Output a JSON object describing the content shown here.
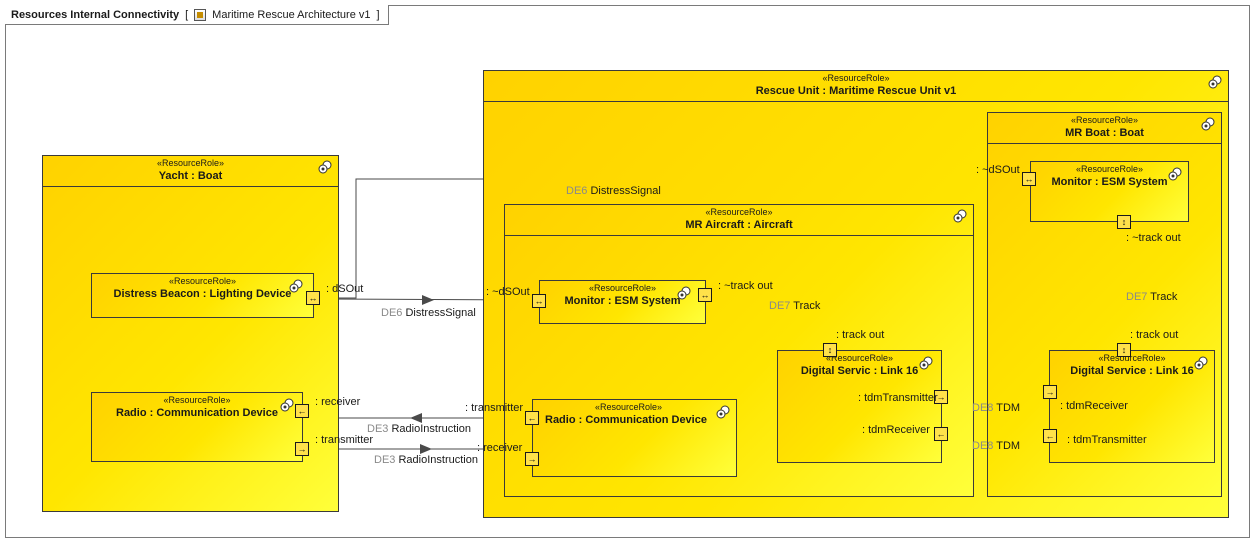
{
  "diagram": {
    "title": "Resources Internal Connectivity",
    "context_bracket_open": "[",
    "context_name": "Maritime Rescue Architecture v1",
    "context_bracket_close": "]"
  },
  "stereotype": "«ResourceRole»",
  "parts": {
    "yacht": {
      "name": "Yacht : Boat"
    },
    "distress_beacon": {
      "name": "Distress Beacon : Lighting Device"
    },
    "radio_yacht": {
      "name": "Radio : Communication Device"
    },
    "rescue_unit": {
      "name": "Rescue Unit : Maritime Rescue Unit v1"
    },
    "mr_aircraft": {
      "name": "MR Aircraft : Aircraft"
    },
    "monitor_aircraft": {
      "name": "Monitor : ESM System"
    },
    "digital_servic": {
      "name": "Digital Servic : Link 16"
    },
    "radio_aircraft": {
      "name": "Radio : Communication Device"
    },
    "mr_boat": {
      "name": "MR Boat : Boat"
    },
    "monitor_boat": {
      "name": "Monitor : ESM System"
    },
    "digital_service": {
      "name": "Digital Service : Link 16"
    }
  },
  "ports": {
    "beacon_dsout": ": dSOut",
    "radio_yacht_receiver": ": receiver",
    "radio_yacht_transmitter": ": transmitter",
    "monitor_aircraft_dsout": ": ~dSOut",
    "monitor_aircraft_trackout": ": ~track out",
    "digital_servic_trackout": ": track out",
    "digital_servic_tdmtransmitter": ": tdmTransmitter",
    "digital_servic_tdmreceiver": ": tdmReceiver",
    "radio_aircraft_transmitter": ": transmitter",
    "radio_aircraft_receiver": ": receiver",
    "monitor_boat_dsout": ": ~dSOut",
    "monitor_boat_trackout": ": ~track out",
    "digital_service_trackout": ": track out",
    "digital_service_tdmreceiver": ": tdmReceiver",
    "digital_service_tdmtransmitter": ": tdmTransmitter"
  },
  "connectors": {
    "de6_top": {
      "id": "DE6",
      "name": "DistressSignal"
    },
    "de6_mid": {
      "id": "DE6",
      "name": "DistressSignal"
    },
    "de3_upper": {
      "id": "DE3",
      "name": "RadioInstruction"
    },
    "de3_lower": {
      "id": "DE3",
      "name": "RadioInstruction"
    },
    "de7_aircraft": {
      "id": "DE7",
      "name": "Track"
    },
    "de7_boat": {
      "id": "DE7",
      "name": "Track"
    },
    "de8_upper": {
      "id": "DE8",
      "name": "TDM"
    },
    "de8_lower": {
      "id": "DE8",
      "name": "TDM"
    }
  },
  "colors": {
    "part_fill_start": "#ffd200",
    "part_fill_end": "#ffff3a",
    "border": "#3a3a3a",
    "connector_id_text": "#8a8a8a"
  }
}
